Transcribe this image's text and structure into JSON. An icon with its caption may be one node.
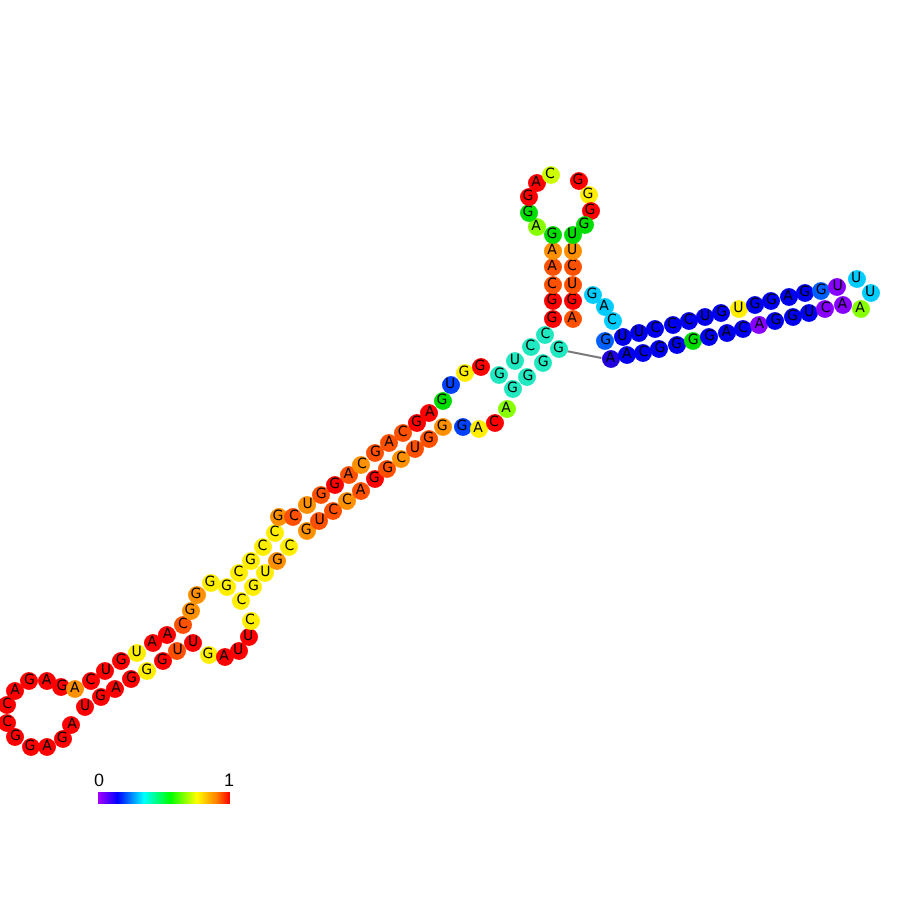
{
  "diagram": {
    "nodes": [
      {
        "text": [
          "A"
        ]
      },
      {
        "text": [
          "G"
        ]
      },
      {
        "text": [
          "A"
        ]
      },
      {
        "text": [
          "G"
        ]
      },
      {
        "text": [
          "G"
        ]
      },
      {
        "text": [
          "C"
        ]
      },
      {
        "text": [
          "C"
        ]
      },
      {
        "text": [
          "A"
        ]
      },
      {
        "text": [
          "G"
        ]
      },
      {
        "text": [
          "A"
        ]
      },
      {
        "text": [
          "G"
        ]
      },
      {
        "text": [
          "A"
        ]
      },
      {
        "text": [
          "C"
        ]
      },
      {
        "text": [
          "U"
        ]
      },
      {
        "text": [
          "G"
        ]
      },
      {
        "text": [
          "U"
        ]
      },
      {
        "text": [
          "A"
        ]
      },
      {
        "text": [
          "A"
        ]
      },
      {
        "text": [
          "C"
        ]
      },
      {
        "text": [
          "U"
        ]
      },
      {
        "text": [
          "G"
        ]
      },
      {
        "text": [
          "A"
        ]
      },
      {
        "text": [
          "G"
        ]
      },
      {
        "text": [
          "G"
        ]
      },
      {
        "text": [
          "G"
        ]
      },
      {
        "text": [
          "U"
        ]
      },
      {
        "text": [
          "U"
        ]
      },
      {
        "text": [
          "G"
        ]
      },
      {
        "text": [
          "G"
        ]
      },
      {
        "text": [
          "G"
        ]
      },
      {
        "text": [
          "G"
        ]
      },
      {
        "text": [
          "A"
        ]
      },
      {
        "text": [
          "U"
        ]
      },
      {
        "text": [
          "U"
        ]
      },
      {
        "text": [
          "C"
        ]
      },
      {
        "text": [
          "G"
        ]
      },
      {
        "text": [
          "C"
        ]
      },
      {
        "text": [
          "G"
        ]
      },
      {
        "text": [
          "C"
        ]
      },
      {
        "text": [
          "C"
        ]
      },
      {
        "text": [
          "C"
        ]
      },
      {
        "text": [
          "G"
        ]
      },
      {
        "text": [
          "U"
        ]
      },
      {
        "text": [
          "G"
        ]
      },
      {
        "text": [
          "C"
        ]
      },
      {
        "text": [
          "G"
        ]
      },
      {
        "text": [
          "C"
        ]
      },
      {
        "text": [
          "U"
        ]
      },
      {
        "text": [
          "G"
        ]
      },
      {
        "text": [
          "G"
        ]
      },
      {
        "text": [
          "A"
        ]
      },
      {
        "text": [
          "C"
        ]
      },
      {
        "text": [
          "G"
        ]
      },
      {
        "text": [
          "A"
        ]
      },
      {
        "text": [
          "C"
        ]
      },
      {
        "text": [
          "G"
        ]
      },
      {
        "text": [
          "A"
        ]
      },
      {
        "text": [
          "G"
        ]
      },
      {
        "text": [
          "U"
        ]
      },
      {
        "text": [
          "C"
        ]
      },
      {
        "text": [
          "C"
        ]
      },
      {
        "text": [
          "A"
        ]
      },
      {
        "text": [
          "G"
        ]
      },
      {
        "text": [
          "G"
        ]
      },
      {
        "text": [
          "C"
        ]
      },
      {
        "text": [
          "U"
        ]
      },
      {
        "text": [
          "G"
        ]
      },
      {
        "text": [
          "G"
        ]
      },
      {
        "text": [
          "G"
        ]
      },
      {
        "text": [
          "U"
        ]
      },
      {
        "text": [
          "G"
        ]
      },
      {
        "text": [
          "G"
        ]
      },
      {
        "text": [
          "G"
        ]
      },
      {
        "text": [
          "A"
        ]
      },
      {
        "text": [
          "C"
        ]
      },
      {
        "text": [
          "A"
        ]
      },
      {
        "text": [
          "G"
        ]
      },
      {
        "text": [
          "U"
        ]
      },
      {
        "text": [
          "C"
        ]
      },
      {
        "text": [
          "C"
        ]
      },
      {
        "text": [
          "G"
        ]
      },
      {
        "text": [
          "G"
        ]
      },
      {
        "text": [
          "G"
        ]
      },
      {
        "text": [
          "G"
        ]
      },
      {
        "text": [
          "G"
        ]
      },
      {
        "text": [
          "G"
        ]
      },
      {
        "text": [
          "C"
        ]
      },
      {
        "text": [
          "A"
        ]
      },
      {
        "text": [
          "A"
        ]
      },
      {
        "text": [
          "G"
        ]
      },
      {
        "text": [
          "A"
        ]
      },
      {
        "text": [
          "G"
        ]
      },
      {
        "text": [
          "U"
        ]
      },
      {
        "text": [
          "C"
        ]
      },
      {
        "text": [
          "U"
        ]
      },
      {
        "text": [
          "U"
        ]
      },
      {
        "text": [
          "A"
        ]
      },
      {
        "text": [
          "G"
        ]
      },
      {
        "text": [
          "G"
        ]
      },
      {
        "text": [
          "A"
        ]
      },
      {
        "text": [
          "C"
        ]
      },
      {
        "text": [
          "G"
        ]
      },
      {
        "text": [
          "G"
        ]
      },
      {
        "text": [
          "G"
        ]
      },
      {
        "text": [
          "G"
        ]
      },
      {
        "text": [
          "G"
        ]
      },
      {
        "text": [
          "A"
        ]
      },
      {
        "text": [
          "C"
        ]
      },
      {
        "text": [
          "G"
        ]
      },
      {
        "text": [
          "U"
        ]
      },
      {
        "text": [
          "U"
        ]
      },
      {
        "text": [
          "C"
        ]
      },
      {
        "text": [
          "C"
        ]
      },
      {
        "text": [
          "C"
        ]
      },
      {
        "text": [
          "U"
        ]
      },
      {
        "text": [
          "G"
        ]
      },
      {
        "text": [
          "U"
        ]
      },
      {
        "text": [
          "G"
        ]
      },
      {
        "text": [
          "G"
        ]
      },
      {
        "text": [
          "A"
        ]
      },
      {
        "text": [
          "G"
        ]
      },
      {
        "text": [
          "G"
        ]
      },
      {
        "text": [
          "U"
        ]
      },
      {
        "text": [
          "A"
        ]
      },
      {
        "text": [
          "A"
        ]
      },
      {
        "text": [
          "C"
        ]
      },
      {
        "text": [
          "G"
        ]
      },
      {
        "text": [
          "G"
        ]
      },
      {
        "text": [
          "G"
        ]
      },
      {
        "text": [
          "G"
        ]
      },
      {
        "text": [
          "A"
        ]
      },
      {
        "text": [
          "C"
        ]
      },
      {
        "text": [
          "A"
        ]
      },
      {
        "text": [
          "G"
        ]
      },
      {
        "text": [
          "G"
        ]
      },
      {
        "text": [
          "U"
        ]
      },
      {
        "text": [
          "C"
        ]
      },
      {
        "text": [
          "A"
        ]
      },
      {
        "text": [
          "U"
        ]
      },
      {
        "text": [
          "U"
        ]
      },
      {
        "text": [
          "A"
        ]
      }
    ],
    "edges": [
      {
        "from": 83,
        "to": 123,
        "arrow": "none"
      }
    ],
    "labels": [
      "0",
      "1"
    ]
  }
}
